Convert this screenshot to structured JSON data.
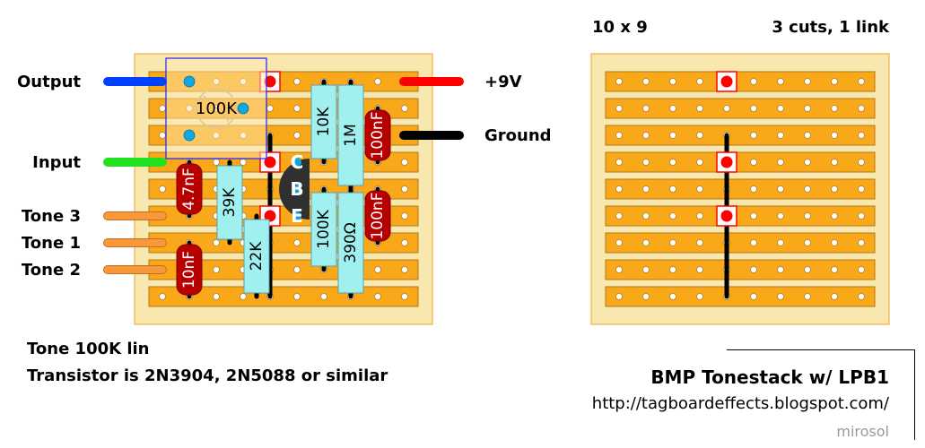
{
  "title": "BMP Tonestack w/ LPB1",
  "url": "http://tagboardeffects.blogspot.com/",
  "author": "mirosol",
  "notes": [
    "Tone 100K lin",
    "Transistor is 2N3904, 2N5088 or similar"
  ],
  "board": {
    "size_label": "10 x 9",
    "cuts_links_label": "3 cuts, 1 link",
    "columns": 10,
    "rows": 9
  },
  "colors": {
    "board_bg": "#f8e8b0",
    "board_border": "#f0a020",
    "strip": "#f8a818",
    "strip_border": "#b07818",
    "hole": "#ffffff",
    "cut_red": "#ff0000",
    "resistor": "#a0f0f0",
    "capacitor": "#b80000",
    "transistor": "#303030",
    "pot_overlay": "#ffe8b0",
    "pot_border": "#2020ff",
    "pin_blue": "#10a8e0",
    "wire_output": "#0040ff",
    "wire_input": "#20e020",
    "wire_9v": "#ff0000",
    "wire_ground": "#000000",
    "wire_tone": "#f89838"
  },
  "wires": [
    {
      "label": "Output",
      "side": "left",
      "row": 0,
      "color": "wire_output"
    },
    {
      "label": "Input",
      "side": "left",
      "row": 3,
      "color": "wire_input"
    },
    {
      "label": "Tone 3",
      "side": "left",
      "row": 5,
      "color": "wire_tone"
    },
    {
      "label": "Tone 1",
      "side": "left",
      "row": 6,
      "color": "wire_tone"
    },
    {
      "label": "Tone 2",
      "side": "left",
      "row": 7,
      "color": "wire_tone"
    },
    {
      "label": "+9V",
      "side": "right",
      "row": 0,
      "color": "wire_9v"
    },
    {
      "label": "Ground",
      "side": "right",
      "row": 2,
      "color": "wire_ground"
    }
  ],
  "cuts": [
    {
      "col": 4,
      "row": 0
    },
    {
      "col": 4,
      "row": 3
    },
    {
      "col": 4,
      "row": 5
    }
  ],
  "links": [
    {
      "col": 4,
      "row_start": 2,
      "row_end": 8
    }
  ],
  "pot": {
    "label": "100K",
    "pins": [
      {
        "col": 1,
        "row": 0
      },
      {
        "col": 3,
        "row": 1
      },
      {
        "col": 1,
        "row": 2
      }
    ]
  },
  "transistor": {
    "pins": [
      "C",
      "B",
      "E"
    ],
    "col": 5,
    "rows": [
      3,
      4,
      5
    ]
  },
  "resistors": [
    {
      "label": "39K",
      "col": 2.5,
      "row_start": 3,
      "row_end": 6
    },
    {
      "label": "22K",
      "col": 3.5,
      "row_start": 5,
      "row_end": 8
    },
    {
      "label": "10K",
      "col": 6,
      "row_start": 0,
      "row_end": 3
    },
    {
      "label": "1M",
      "col": 7,
      "row_start": 0,
      "row_end": 4
    },
    {
      "label": "100K",
      "col": 6,
      "row_start": 4,
      "row_end": 7
    },
    {
      "label": "390Ω",
      "col": 7,
      "row_start": 4,
      "row_end": 8
    }
  ],
  "capacitors": [
    {
      "label": "4.7nF",
      "col": 1,
      "row_start": 3,
      "row_end": 5
    },
    {
      "label": "10nF",
      "col": 1,
      "row_start": 6,
      "row_end": 8
    },
    {
      "label": "100nF",
      "col": 8,
      "row_start": 1,
      "row_end": 3
    },
    {
      "label": "100nF",
      "col": 8,
      "row_start": 4,
      "row_end": 6
    }
  ]
}
